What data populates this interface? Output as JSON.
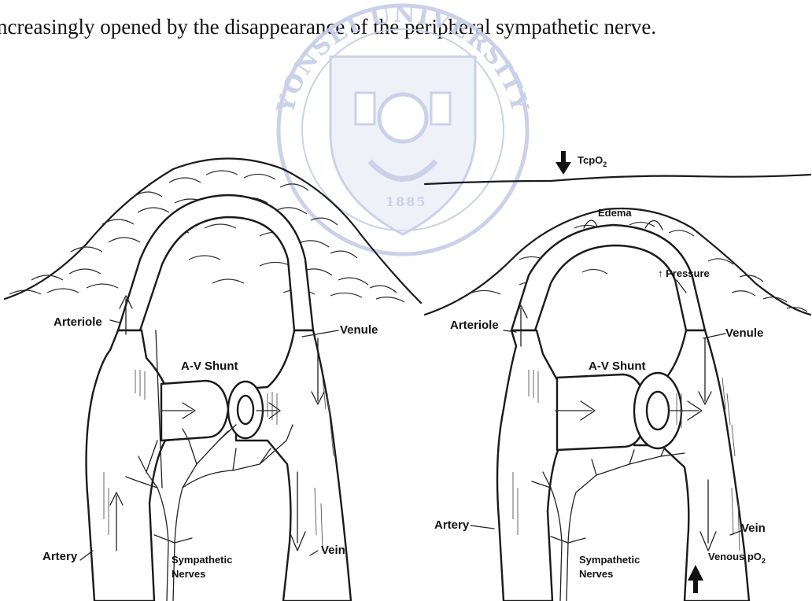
{
  "caption": "ncreasingly opened by the disappearance of the peripheral sympathetic nerve.",
  "watermark": {
    "text": "YONSEI UNIVERSITY",
    "year": "1885"
  },
  "left_panel": {
    "labels": {
      "arteriole": "Arteriole",
      "venule": "Venule",
      "av_shunt": "A-V Shunt",
      "artery": "Artery",
      "vein": "Vein",
      "sympathetic_line1": "Sympathetic",
      "sympathetic_line2": "Nerves"
    }
  },
  "right_panel": {
    "labels": {
      "tcpo2": "TcpO",
      "tcpo2_sub": "2",
      "edema": "Edema",
      "pressure": "↑ Pressure",
      "arteriole": "Arteriole",
      "venule": "Venule",
      "av_shunt": "A-V Shunt",
      "artery": "Artery",
      "vein": "Vein",
      "venous_po2": "Venous pO",
      "venous_po2_sub": "2",
      "sympathetic_line1": "Sympathetic",
      "sympathetic_line2": "Nerves"
    }
  },
  "colors": {
    "ink": "#1a1a1a",
    "watermark": "#c6cde6",
    "background": "#ffffff"
  }
}
